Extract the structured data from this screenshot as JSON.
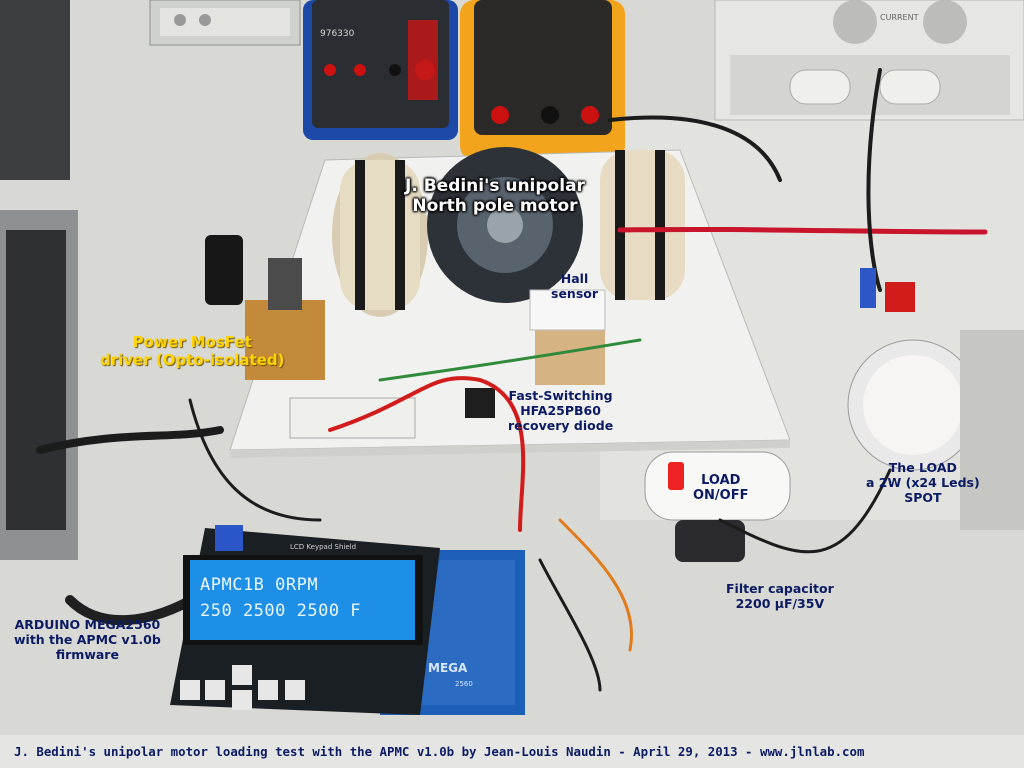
{
  "labels": {
    "motor": [
      "J. Bedini's unipolar",
      "North pole motor"
    ],
    "hall": [
      "Hall",
      "sensor"
    ],
    "mosfet": [
      "Power MosFet",
      "driver (Opto-isolated)"
    ],
    "diode": [
      "Fast-Switching",
      "HFA25PB60",
      "recovery diode"
    ],
    "load_switch": [
      "LOAD",
      "ON/OFF"
    ],
    "load": [
      "The LOAD",
      "a 2W (x24 Leds)",
      "SPOT"
    ],
    "capacitor": [
      "Filter capacitor",
      "2200 µF/35V"
    ],
    "arduino": [
      "ARDUINO MEGA2560",
      "with the APMC v1.0b",
      "firmware"
    ]
  },
  "lcd": [
    "APMC1B 0RPM",
    "250  2500 2500 F"
  ],
  "caption": "J. Bedini's unipolar motor loading test with the APMC v1.0b by Jean-Louis Naudin - April 29, 2013 - www.jlnlab.com",
  "device_text": {
    "multimeter_model": "976330",
    "lcd_shield": "LCD Keypad Shield",
    "mega_logo": "MEGA",
    "mega_model": "2560",
    "current_knob": "CURRENT"
  },
  "colors": {
    "label_navy": "#0b1a63",
    "label_yellow": "#ffd400",
    "label_white": "#ffffff",
    "lcd_backlight": "#1e8fe6",
    "arduino_blue": "#1d5fb8"
  }
}
